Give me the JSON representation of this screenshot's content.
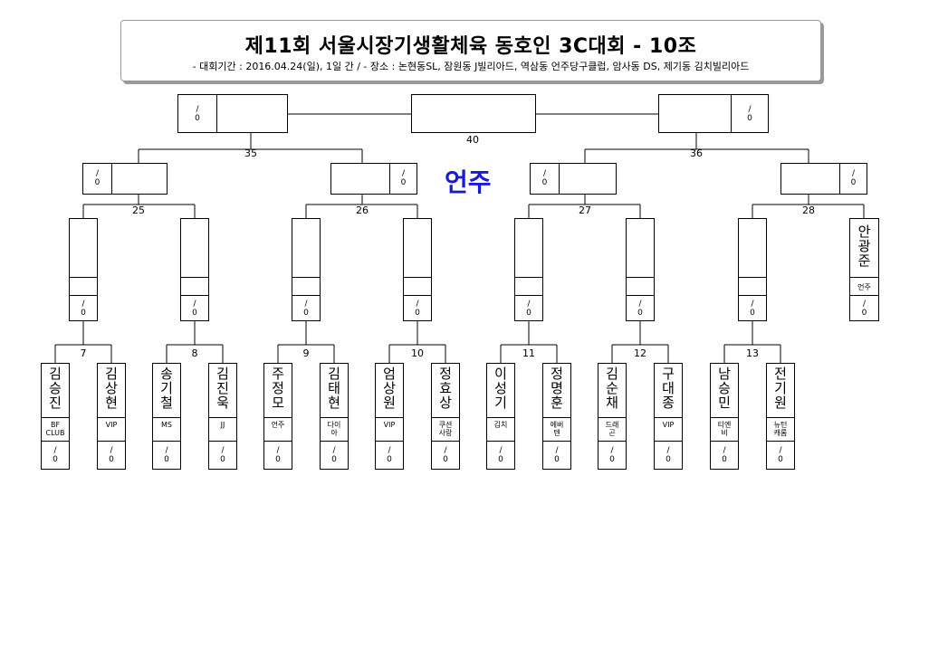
{
  "header": {
    "title": "제11회 서울시장기생활체육 동호인 3C대회 - 10조",
    "subtitle": "- 대회기간 : 2016.04.24(일), 1일 간 / - 장소 : 논현동SL, 잠원동 J빌리아드, 역삼동 언주당구클럽, 암사동 DS, 제기동 김치빌리아드"
  },
  "winner": "언주",
  "score_default": "/\n0",
  "matches": {
    "m7": "7",
    "m8": "8",
    "m9": "9",
    "m10": "10",
    "m11": "11",
    "m12": "12",
    "m13": "13",
    "m25": "25",
    "m26": "26",
    "m27": "27",
    "m28": "28",
    "m35": "35",
    "m36": "36",
    "m40": "40"
  },
  "players": [
    {
      "name": "김\n승\n진",
      "club": "BF\nCLUB",
      "score": "/\n0"
    },
    {
      "name": "김\n상\n현",
      "club": "VIP",
      "score": "/\n0"
    },
    {
      "name": "송\n기\n철",
      "club": "MS",
      "score": "/\n0"
    },
    {
      "name": "김\n진\n욱",
      "club": "JJ",
      "score": "/\n0"
    },
    {
      "name": "주\n정\n모",
      "club": "언주",
      "score": "/\n0"
    },
    {
      "name": "김\n태\n현",
      "club": "다이\n아",
      "score": "/\n0"
    },
    {
      "name": "엄\n상\n원",
      "club": "VIP",
      "score": "/\n0"
    },
    {
      "name": "정\n효\n상",
      "club": "쿠션\n사랑",
      "score": "/\n0"
    },
    {
      "name": "이\n성\n기",
      "club": "김치",
      "score": "/\n0"
    },
    {
      "name": "정\n명\n훈",
      "club": "에버\n텐",
      "score": "/\n0"
    },
    {
      "name": "김\n순\n채",
      "club": "드래\n곤",
      "score": "/\n0"
    },
    {
      "name": "구\n대\n종",
      "club": "VIP",
      "score": "/\n0"
    },
    {
      "name": "남\n승\n민",
      "club": "티엔\n비",
      "score": "/\n0"
    },
    {
      "name": "전\n기\n원",
      "club": "뉴턴\n캐롬",
      "score": "/\n0"
    }
  ],
  "bye_player": {
    "name": "안\n광\n준",
    "club": "언주",
    "score": "/\n0"
  }
}
